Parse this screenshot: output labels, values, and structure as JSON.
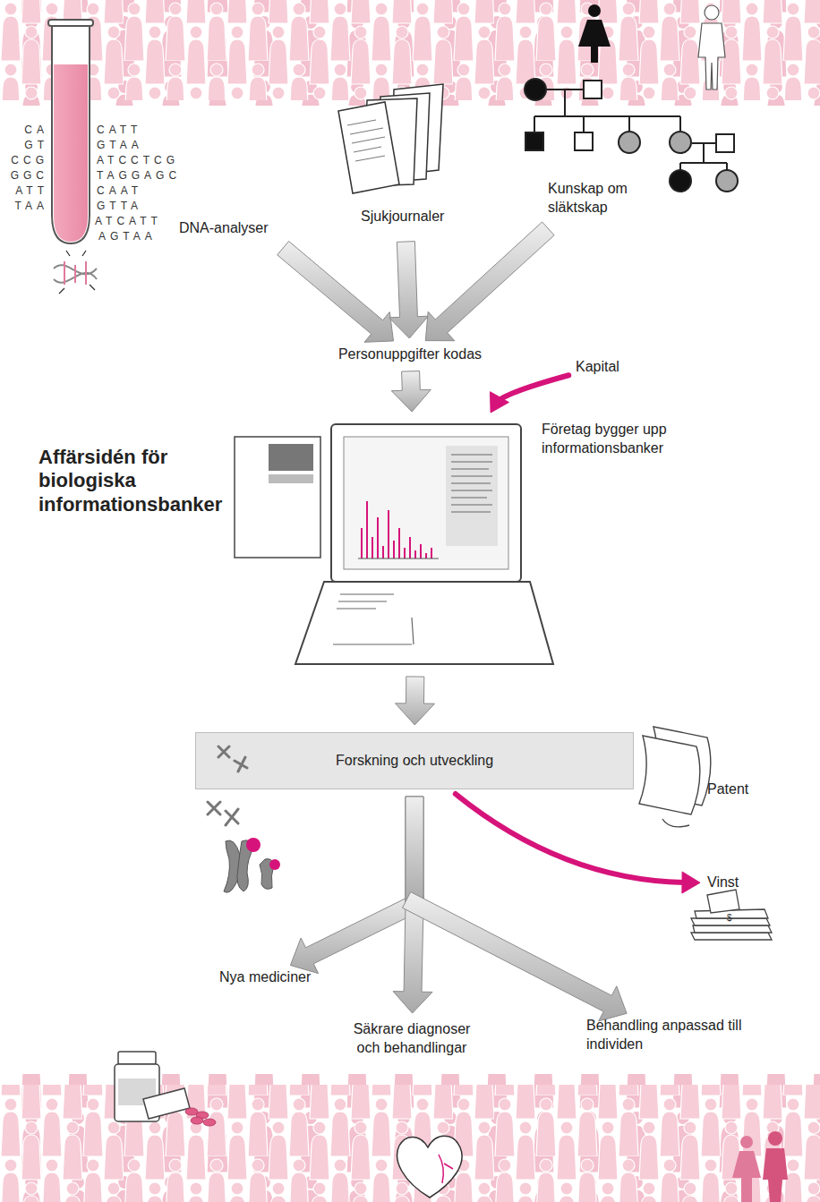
{
  "diagram": {
    "title": "Affärsidén för biologiska informationsbanker",
    "nodes": [
      {
        "text": [
          "DNA-analyser"
        ]
      },
      {
        "text": [
          "Sjukjournaler"
        ]
      },
      {
        "text": [
          "Kunskap om släktskap"
        ]
      },
      {
        "text": [
          "Personuppgifter kodas"
        ]
      },
      {
        "text": [
          "Kapital"
        ]
      },
      {
        "text": [
          "Företag bygger upp informationsbanker"
        ]
      },
      {
        "text": [
          "Forskning och utveckling"
        ]
      },
      {
        "text": [
          "Patent"
        ]
      },
      {
        "text": [
          "Vinst"
        ]
      },
      {
        "text": [
          "Nya mediciner"
        ]
      },
      {
        "text": [
          "Säkrare diagnoser och behandlingar"
        ]
      },
      {
        "text": [
          "Behandling anpassad till individen"
        ]
      }
    ],
    "edges": [
      {
        "from": 0,
        "to": 3,
        "arrow": "to"
      },
      {
        "from": 1,
        "to": 3,
        "arrow": "to"
      },
      {
        "from": 2,
        "to": 3,
        "arrow": "to"
      },
      {
        "from": 3,
        "to": 5,
        "arrow": "to"
      },
      {
        "from": 4,
        "to": 5,
        "arrow": "to"
      },
      {
        "from": 5,
        "to": 6,
        "arrow": "to"
      },
      {
        "from": 6,
        "to": 9,
        "arrow": "to"
      },
      {
        "from": 6,
        "to": 10,
        "arrow": "to"
      },
      {
        "from": 6,
        "to": 11,
        "arrow": "to"
      },
      {
        "from": 6,
        "to": 8,
        "arrow": "to"
      }
    ],
    "labels": [
      "CA",
      "CATT",
      "GT",
      "GTAA",
      "CCG",
      "ATCCTCG",
      "GGC",
      "TAGGAGC",
      "ATT",
      "CAAT",
      "TAA",
      "GTTA",
      "ATCATT",
      "AGTAA",
      "$"
    ]
  }
}
